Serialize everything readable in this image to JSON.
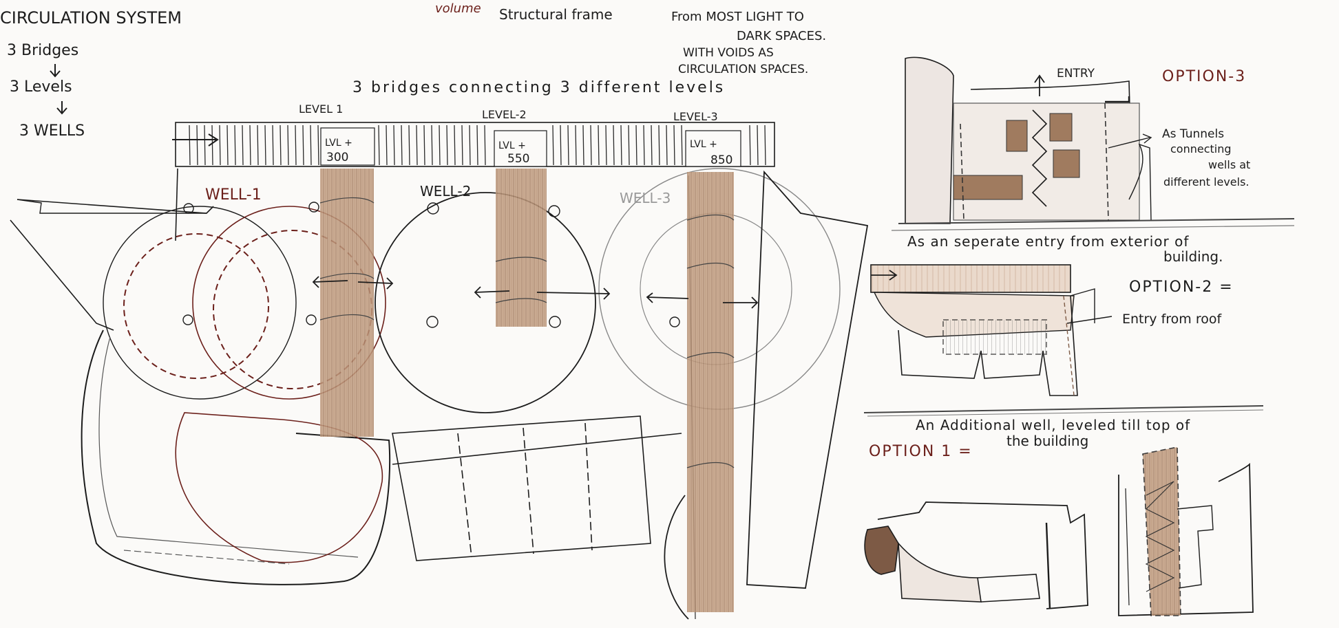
{
  "notes": {
    "circulation_title": "CIRCULATION SYSTEM",
    "list": [
      "3 Bridges",
      "3 Levels",
      "3 WELLS"
    ],
    "volume": "volume",
    "structural_frame": "Structural frame",
    "light_note": [
      "From MOST LIGHT TO",
      "DARK SPACES.",
      "WITH VOIDS AS",
      "CIRCULATION SPACES."
    ],
    "bridges_heading": "3 bridges connecting 3 different levels"
  },
  "levels": [
    {
      "label": "LEVEL 1",
      "lvl": "LVL +",
      "value": "300"
    },
    {
      "label": "LEVEL-2",
      "lvl": "LVL +",
      "value": "550"
    },
    {
      "label": "LEVEL-3",
      "lvl": "LVL +",
      "value": "850"
    }
  ],
  "wells": [
    "WELL-1",
    "WELL-2",
    "WELL-3"
  ],
  "options": {
    "opt3": {
      "title": "OPTION-3",
      "entry": "ENTRY",
      "note": [
        "As Tunnels",
        "connecting",
        "wells at",
        "different levels."
      ],
      "caption": [
        "As an seperate entry from exterior of",
        "building."
      ]
    },
    "opt2": {
      "title": "OPTION-2 =",
      "note": "Entry from roof"
    },
    "opt1": {
      "title": "OPTION 1 =",
      "caption": [
        "An Additional well, leveled till top of",
        "the building"
      ]
    }
  },
  "colors": {
    "ink": "#1c1c1c",
    "wood": "#b08868",
    "wood_dark": "#7d5a45",
    "red_ink": "#6b1f1a",
    "paper": "#fbfaf8"
  }
}
